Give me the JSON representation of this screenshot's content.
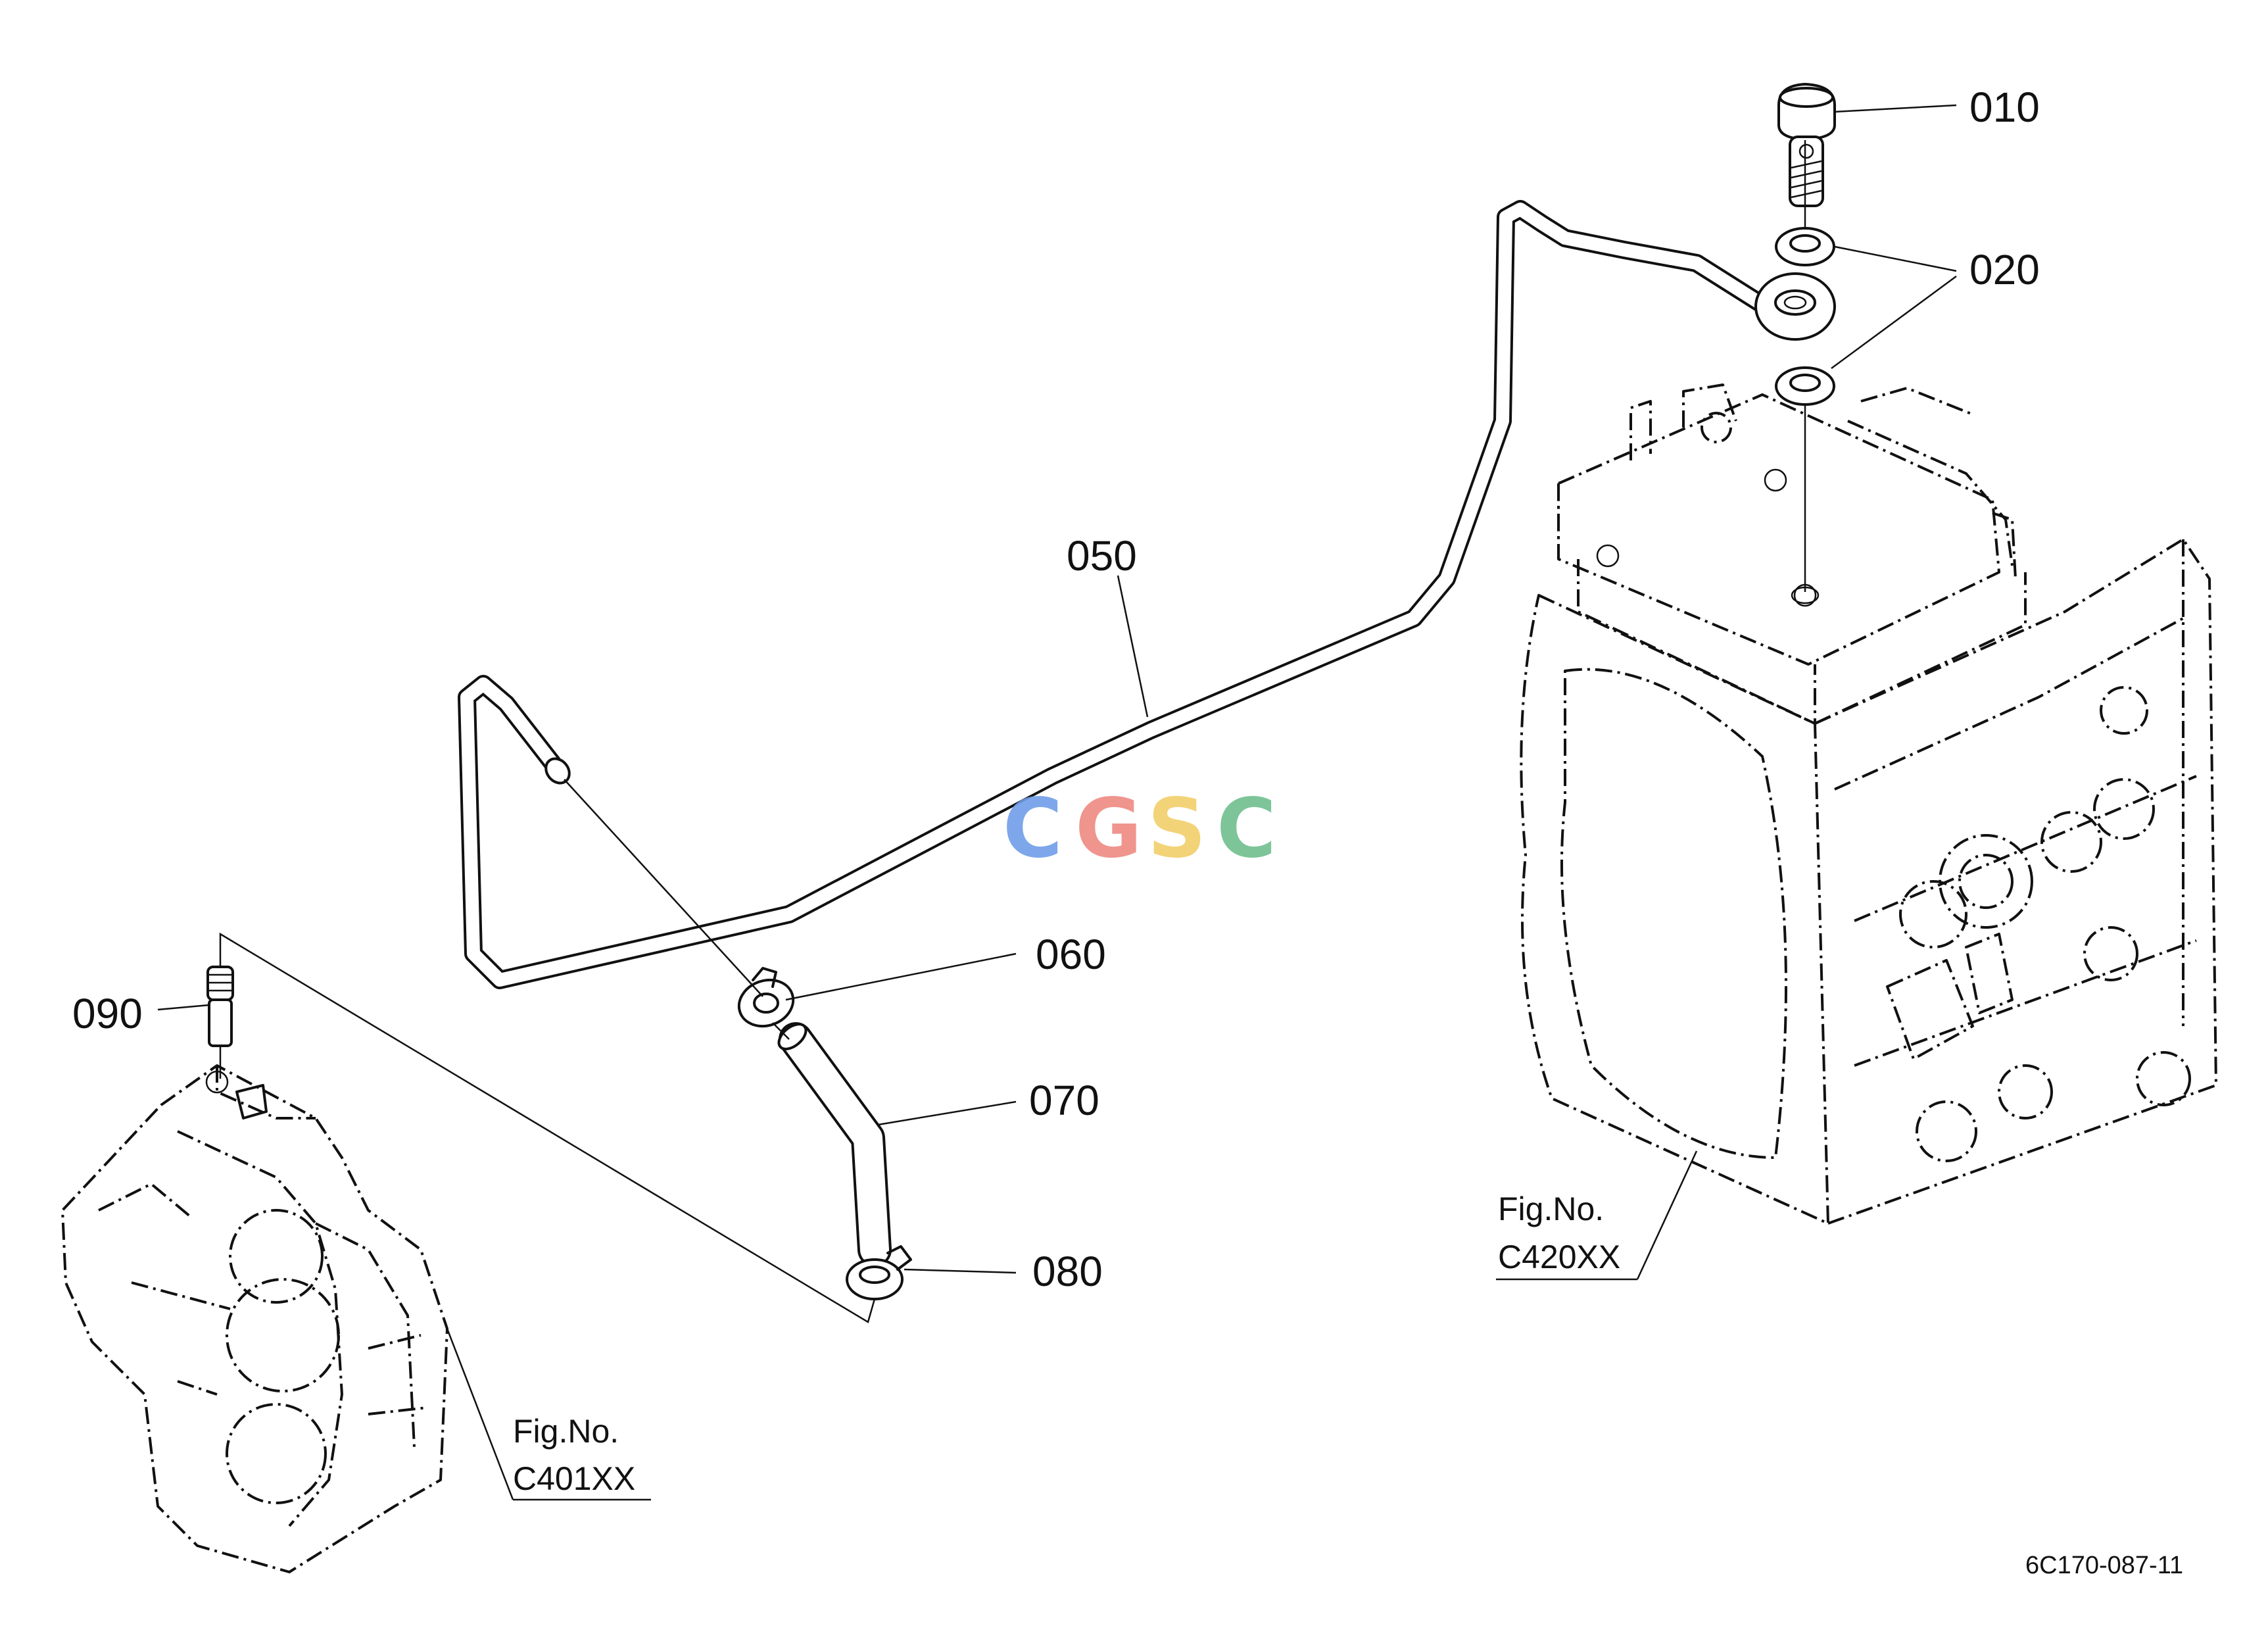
{
  "callouts": {
    "p010": "010",
    "p020": "020",
    "p050": "050",
    "p060": "060",
    "p070": "070",
    "p080": "080",
    "p090": "090"
  },
  "figure_refs": {
    "left": {
      "title": "Fig.No.",
      "code": "C401XX"
    },
    "right": {
      "title": "Fig.No.",
      "code": "C420XX"
    }
  },
  "drawing_number": "6C170-087-11",
  "watermark": {
    "letters": [
      "C",
      "G",
      "S",
      "C"
    ],
    "colors": [
      "#6f9ee8",
      "#ee8a82",
      "#f2cf6a",
      "#6fbf8e"
    ]
  }
}
